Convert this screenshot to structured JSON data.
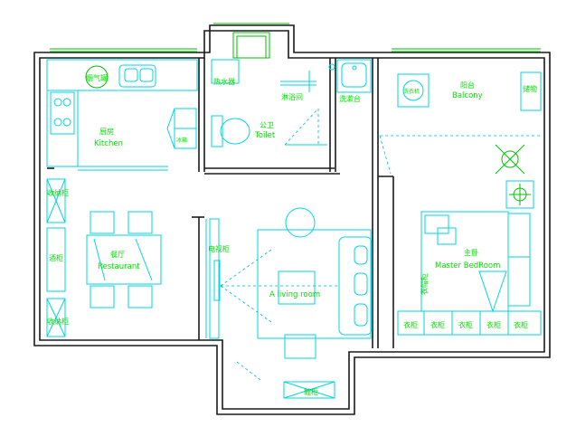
{
  "rooms": {
    "kitchen": {
      "cn": "厨房",
      "en": "Kitchen"
    },
    "range_hood": {
      "cn": "烟气罐"
    },
    "fridge": {
      "cn": "冰箱"
    },
    "water_heater": {
      "cn": "热水器"
    },
    "toilet": {
      "cn": "公卫",
      "en": "Toilet"
    },
    "washer_area": {
      "cn": "淋浴间"
    },
    "wash_basin": {
      "cn": "洗漱台"
    },
    "balcony": {
      "cn": "阳台",
      "en": "Balcony"
    },
    "balcony_cabinet": {
      "cn": "储物"
    },
    "washing_machine": {
      "cn": "洗衣机"
    },
    "restaurant": {
      "cn": "餐厅",
      "en": "Restaurant"
    },
    "storage_top": {
      "cn": "收纳柜"
    },
    "wine_cabinet": {
      "cn": "酒柜"
    },
    "storage_bottom": {
      "cn": "收纳柜"
    },
    "tv_cabinet": {
      "cn": "电视柜"
    },
    "living_room": {
      "en": "A living room"
    },
    "master_bedroom": {
      "cn": "主卧",
      "en": "Master BedRoom"
    },
    "wardrobe_side": {
      "cn": "衣帽柜"
    },
    "wardrobe_cells": [
      "衣柜",
      "衣柜",
      "衣柜",
      "衣柜",
      "衣柜"
    ],
    "shoe_cabinet": {
      "cn": "鞋柜"
    }
  },
  "colors": {
    "wall": "#1a1a1a",
    "furniture": "#00d6e0",
    "label": "#00e000",
    "background": "#ffffff"
  }
}
